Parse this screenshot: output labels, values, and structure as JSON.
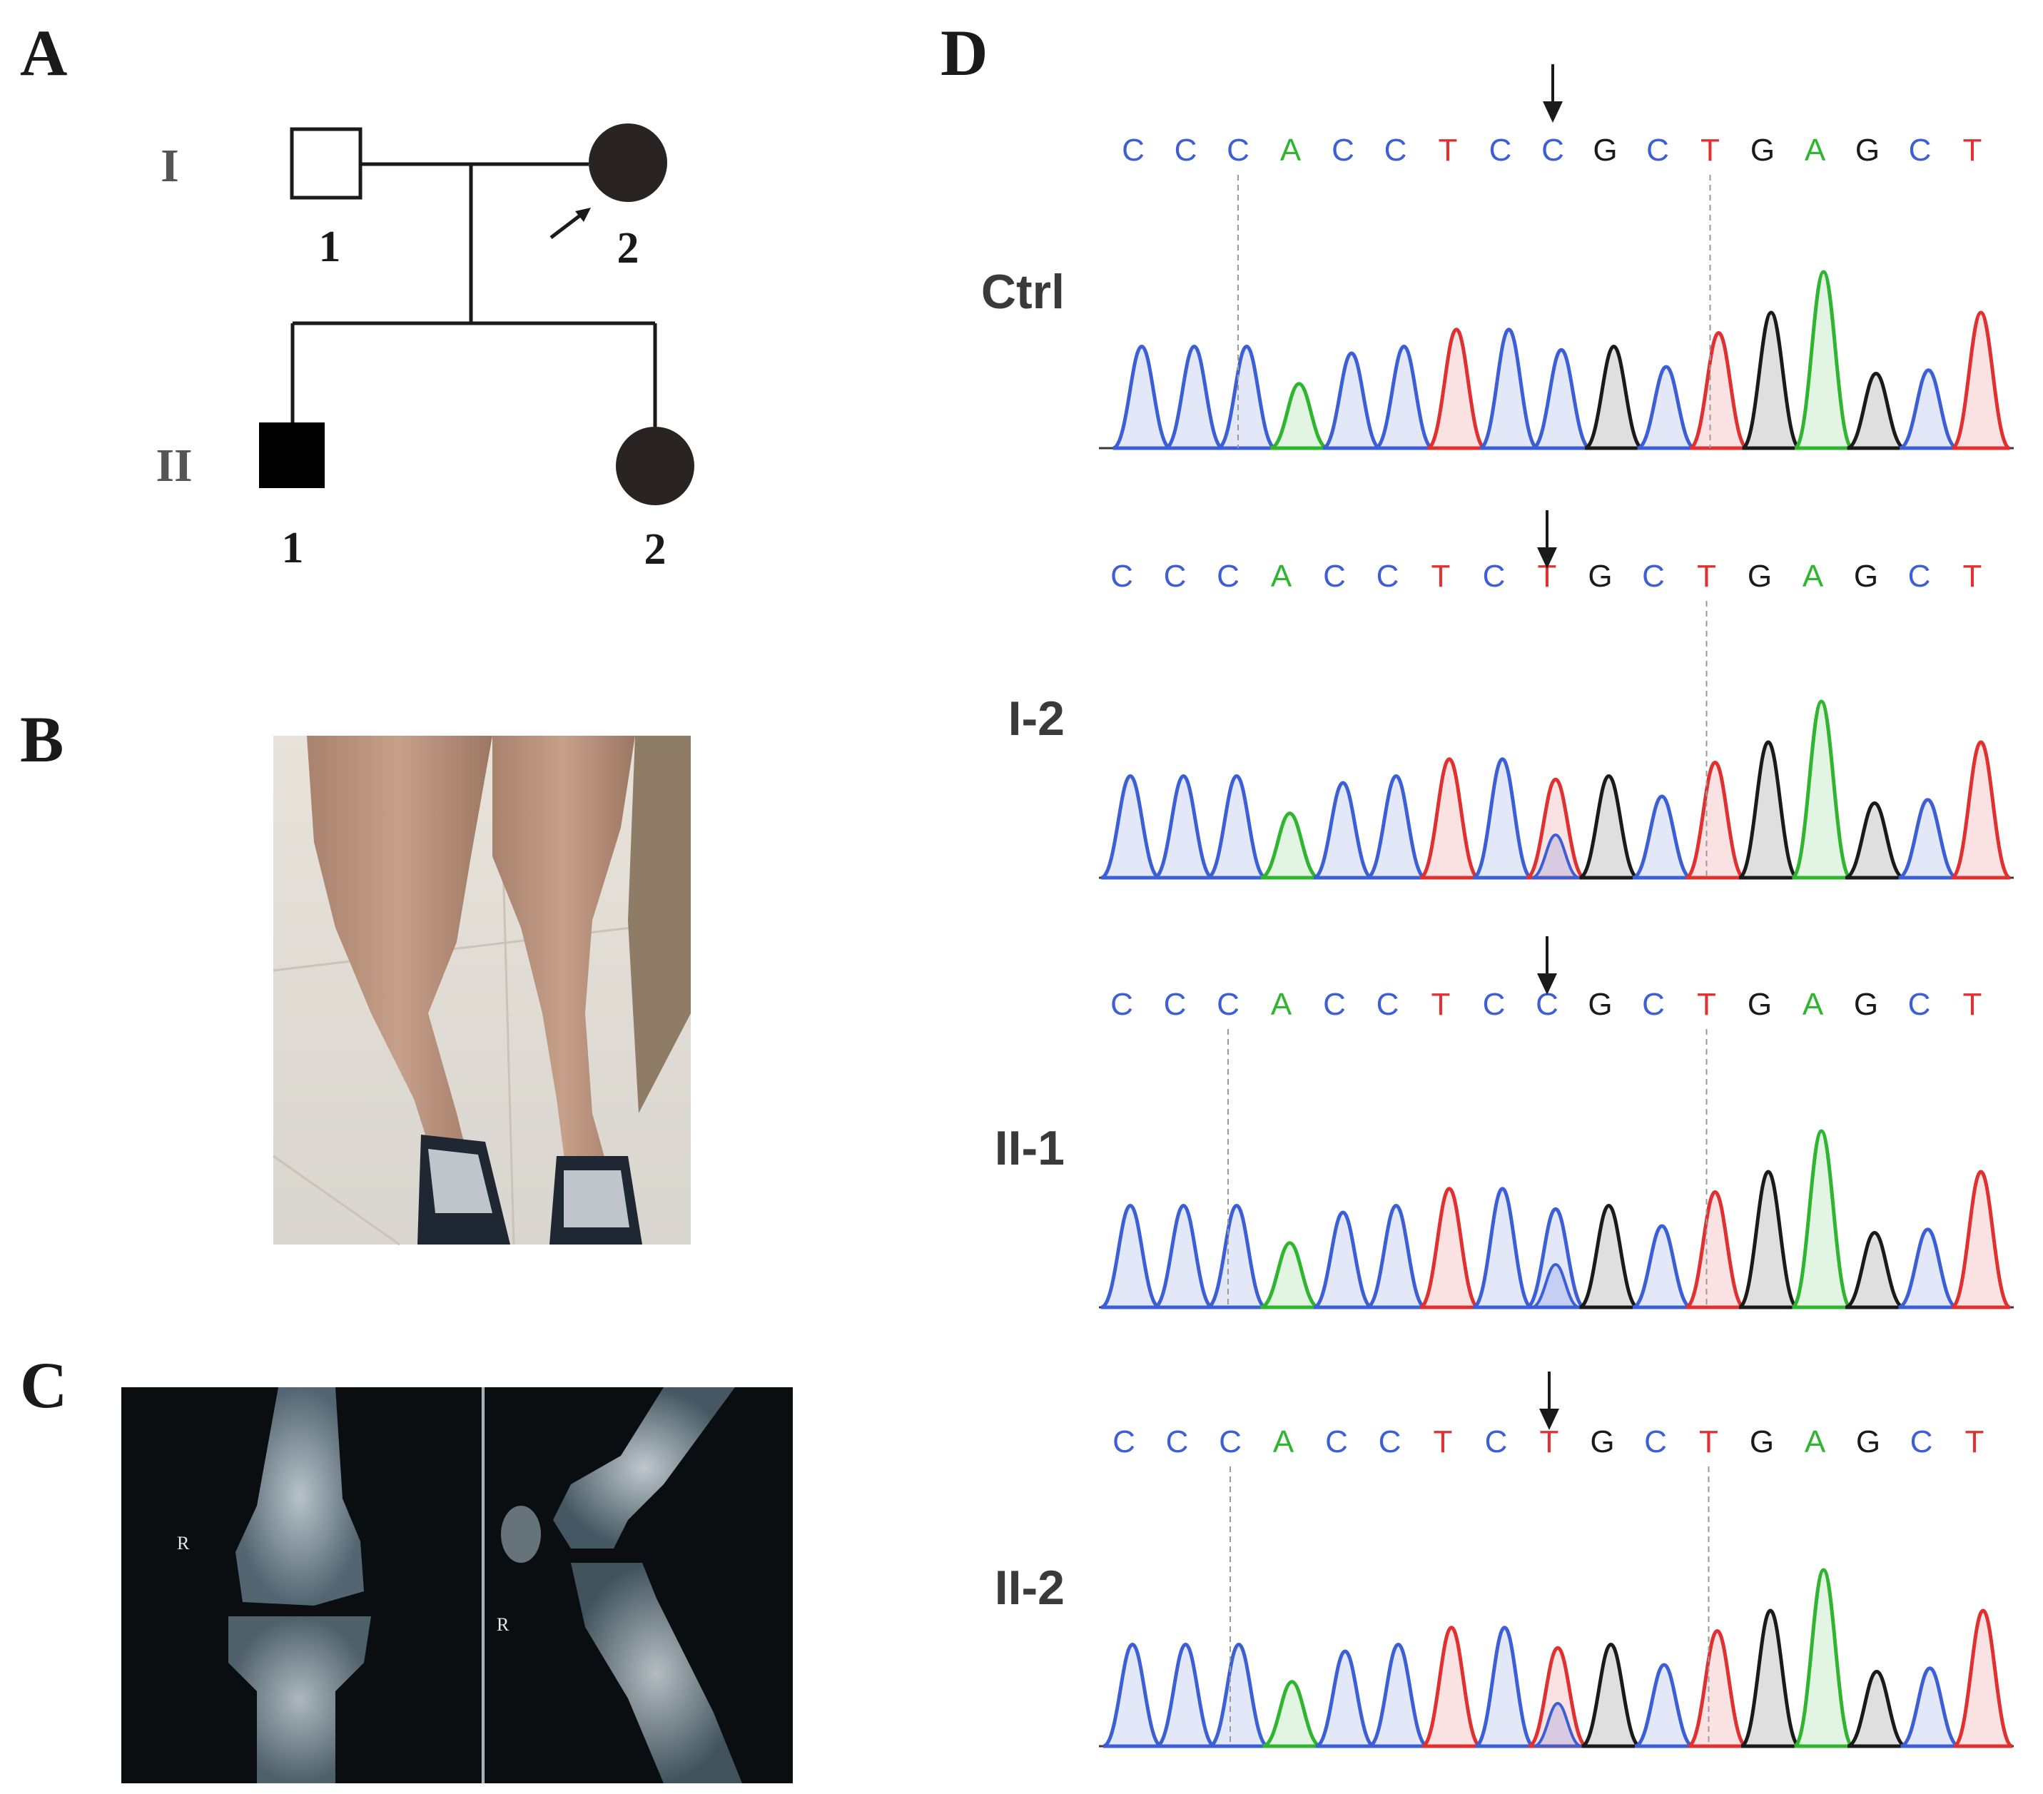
{
  "panels": {
    "a": "A",
    "b": "B",
    "c": "C",
    "d": "D"
  },
  "pedigree": {
    "generations": [
      "I",
      "II"
    ],
    "individuals": [
      {
        "id": "I-1",
        "number": "1",
        "sex": "male",
        "affected": false
      },
      {
        "id": "I-2",
        "number": "2",
        "sex": "female",
        "affected": true,
        "proband": true
      },
      {
        "id": "II-1",
        "number": "1",
        "sex": "male",
        "affected": true
      },
      {
        "id": "II-2",
        "number": "2",
        "sex": "female",
        "affected": true
      }
    ]
  },
  "xray": {
    "marker_left": "R",
    "marker_right": "R"
  },
  "chromatograms": [
    {
      "label": "Ctrl",
      "sequence": [
        "C",
        "C",
        "C",
        "A",
        "C",
        "C",
        "T",
        "C",
        "C",
        "G",
        "C",
        "T",
        "G",
        "A",
        "G",
        "C",
        "T"
      ],
      "arrow_index": 8,
      "partial_last": false
    },
    {
      "label": "I-2",
      "sequence": [
        "C",
        "C",
        "C",
        "A",
        "C",
        "C",
        "T",
        "C",
        "T",
        "G",
        "C",
        "T",
        "G",
        "A",
        "G",
        "C",
        "T"
      ],
      "arrow_index": 8,
      "partial_last": true
    },
    {
      "label": "II-1",
      "sequence": [
        "C",
        "C",
        "C",
        "A",
        "C",
        "C",
        "T",
        "C",
        "C",
        "G",
        "C",
        "T",
        "G",
        "A",
        "G",
        "C",
        "T"
      ],
      "arrow_index": 8,
      "partial_last": false
    },
    {
      "label": "II-2",
      "sequence": [
        "C",
        "C",
        "C",
        "A",
        "C",
        "C",
        "T",
        "C",
        "T",
        "G",
        "C",
        "T",
        "G",
        "A",
        "G",
        "C",
        "T"
      ],
      "arrow_index": 8,
      "partial_last": true
    }
  ],
  "base_colors": {
    "A": "#2fb52f",
    "C": "#3c5fd6",
    "G": "#1a1a1a",
    "T": "#e03030"
  }
}
